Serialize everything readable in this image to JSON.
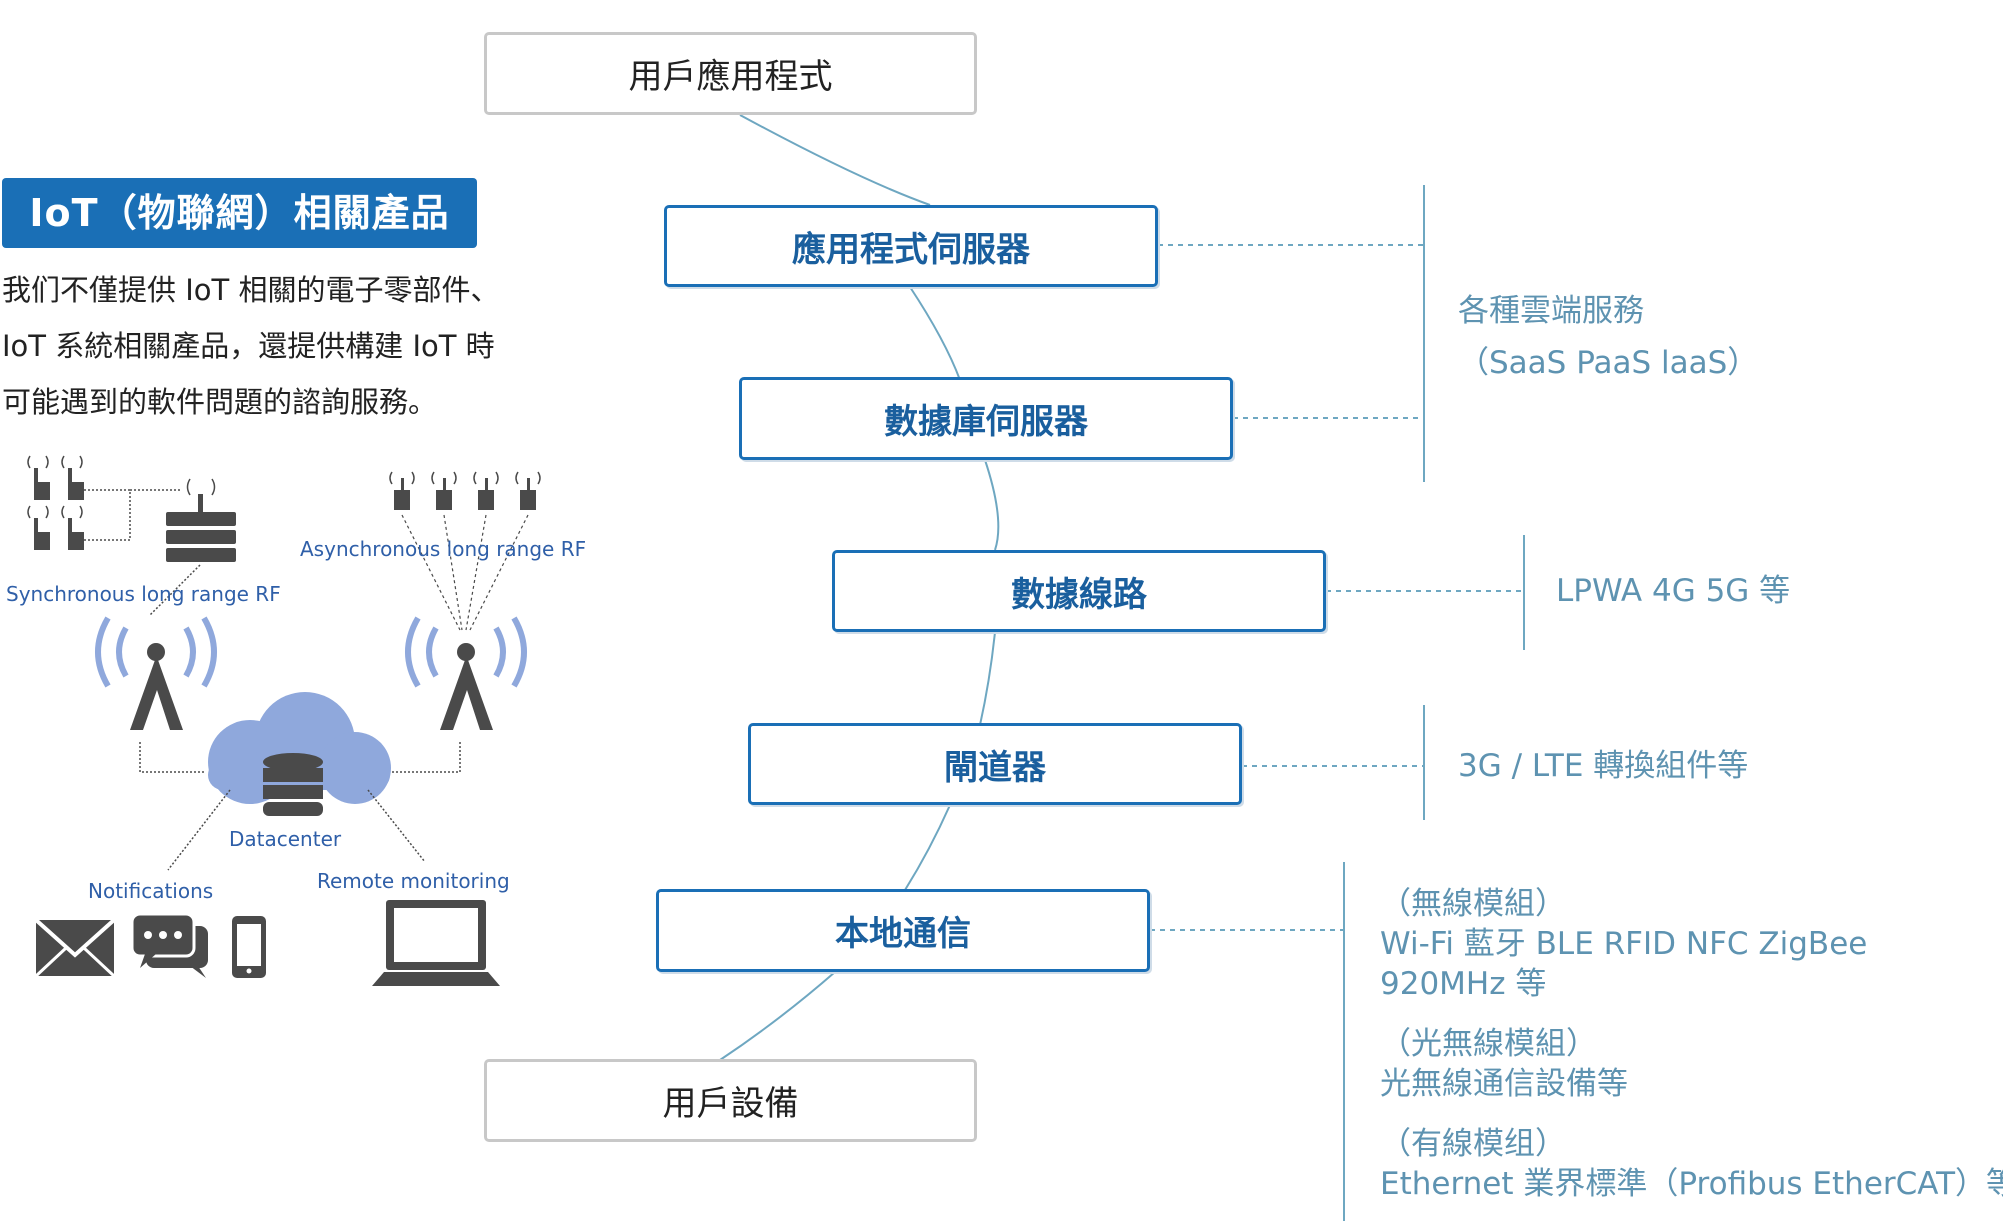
{
  "intro": {
    "badge": "IoT（物聯網）相關產品",
    "lines": [
      "我们不僅提供 IoT 相關的電子零部件、",
      "IoT 系統相關產品，還提供構建 IoT 時",
      "可能遇到的軟件問題的諮詢服務。"
    ]
  },
  "illustration": {
    "sync_label": "Synchronous long range RF",
    "async_label": "Asynchronous long range RF",
    "datacenter_label": "Datacenter",
    "notifications_label": "Notifications",
    "remote_label": "Remote monitoring",
    "icons": [
      "antenna-icon",
      "server-icon",
      "radio-tower-icon",
      "cloud-icon",
      "database-icon",
      "mail-icon",
      "chat-icon",
      "smartphone-icon",
      "laptop-icon"
    ]
  },
  "stack": {
    "top": "用戶應用程式",
    "app_server": "應用程式伺服器",
    "db_server": "數據庫伺服器",
    "data_line": "數據線路",
    "gateway": "閘道器",
    "local_comm": "本地通信",
    "bottom": "用戶設備"
  },
  "right": {
    "cloud": [
      "各種雲端服務",
      "（SaaS PaaS laaS）"
    ],
    "lpwa": "LPWA 4G 5G 等",
    "gateway_note": "3G / LTE 轉換組件等",
    "local": [
      "（無線模組）",
      "Wi-Fi 藍牙 BLE RFID NFC ZigBee",
      "920MHz 等",
      "（光無線模組）",
      "光無線通信設備等",
      "（有線模组）",
      "Ethernet 業界標準（Profibus EtherCAT）等"
    ]
  },
  "colors": {
    "accent": "#1a6fb6",
    "boxText": "#1a5f9e",
    "note": "#5e93b1",
    "icon": "#4a4a4a",
    "cloud": "#8fa8dc",
    "label": "#2f5fa8"
  }
}
